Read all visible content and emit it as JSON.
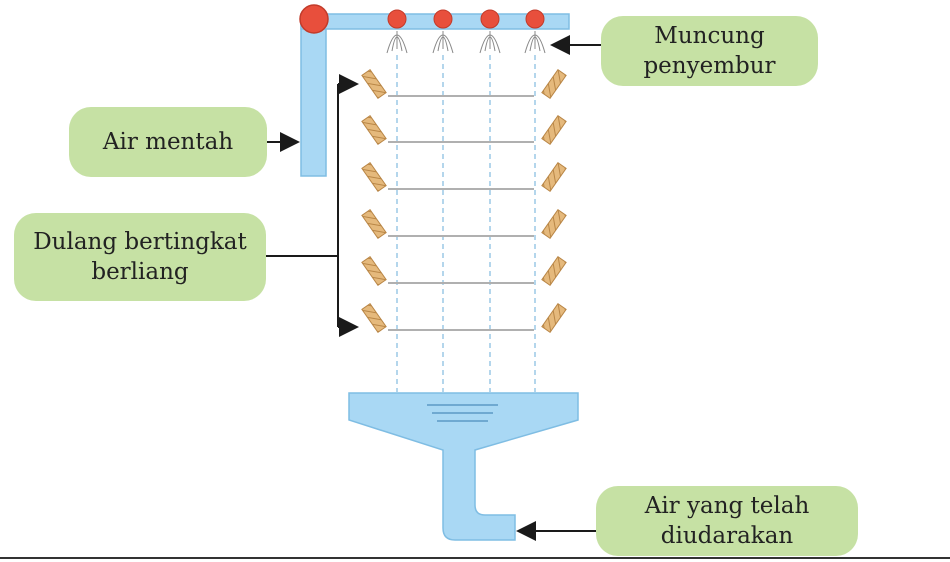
{
  "labels": {
    "raw_water": "Air mentah",
    "trays_line1": "Dulang bertingkat",
    "trays_line2": "berliang",
    "nozzle_line1": "Muncung",
    "nozzle_line2": "penyembur",
    "treated_line1": "Air yang telah",
    "treated_line2": "diudarakan"
  },
  "colors": {
    "pipe": "#a9d8f4",
    "pipe_stroke": "#7fbde3",
    "nozzle": "#e84f3c",
    "tray": "#d9a86a",
    "label_bg": "#c6e1a4",
    "arrow": "#1a1a1a"
  },
  "counts": {
    "nozzles": 4,
    "tray_levels": 6
  }
}
